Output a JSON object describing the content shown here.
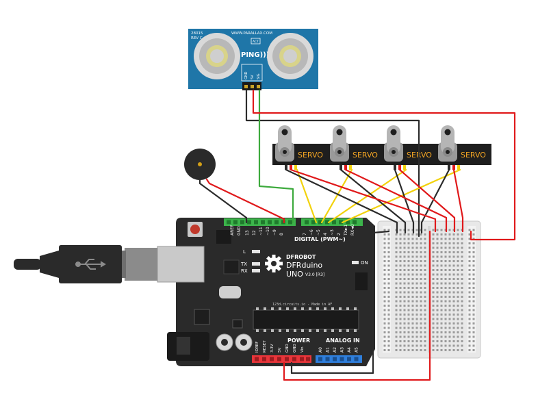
{
  "ping_sensor": {
    "part_code": "28015",
    "revision": "REV C",
    "website": "WWW.PARALLAX.COM",
    "act_label": "ACT",
    "logo": "PING)))",
    "pins": [
      "GND",
      "5V",
      "SIG"
    ]
  },
  "servos": [
    {
      "label": "SERVO"
    },
    {
      "label": "SERVO"
    },
    {
      "label": "SERVO"
    },
    {
      "label": "SERVO"
    }
  ],
  "board": {
    "brand": "DFROBOT",
    "model": "DFRduino",
    "variant": "UNO",
    "version": "V3.0 [R3]",
    "tagline": "123d.circuits.io - Made in AF",
    "on_label": "ON",
    "l_label": "L",
    "tx_label": "TX",
    "rx_label": "RX",
    "aref_label": "AREF",
    "gnd_label": "GND",
    "digital_pins": [
      "13",
      "12",
      "~11",
      "~10",
      "~9",
      "8",
      "7",
      "~6",
      "~5",
      "4",
      "~3",
      "2",
      "TX►1",
      "RX◄0"
    ],
    "digital_label": "DIGITAL (PWM~)",
    "power_label": "POWER",
    "power_pins": [
      "IOREF",
      "RESET",
      "3.3V",
      "5V",
      "GND",
      "GND",
      "Vin"
    ],
    "analog_label": "ANALOG IN",
    "analog_pins": [
      "A0",
      "A1",
      "A2",
      "A3",
      "A4",
      "A5"
    ]
  },
  "colors": {
    "wire_red": "#e0191b",
    "wire_black": "#2b2b2b",
    "wire_yellow": "#f2d20c",
    "wire_green": "#3daa3d",
    "board": "#2a2a2a",
    "sensor": "#1f76a8",
    "header_green": "#3cb44b",
    "header_red": "#e8353a",
    "header_blue": "#2f7fdc"
  }
}
